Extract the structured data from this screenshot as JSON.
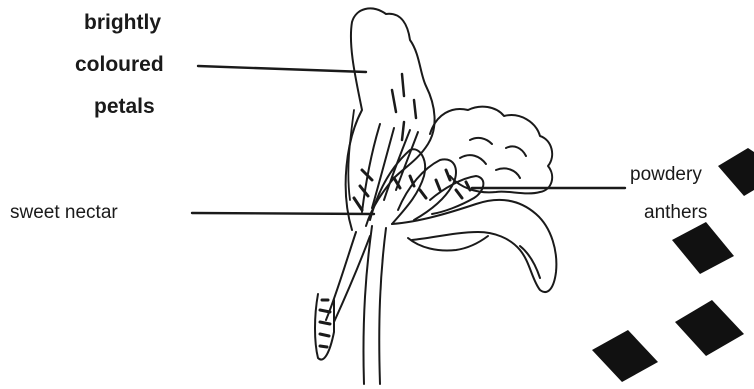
{
  "labels": {
    "petals": [
      "brightly",
      "coloured",
      "petals"
    ],
    "nectar": "sweet nectar",
    "anthers": [
      "powdery",
      "anthers"
    ]
  },
  "colors": {
    "ink": "#1a1a1a",
    "watermark": "#111111",
    "background": "#ffffff"
  }
}
